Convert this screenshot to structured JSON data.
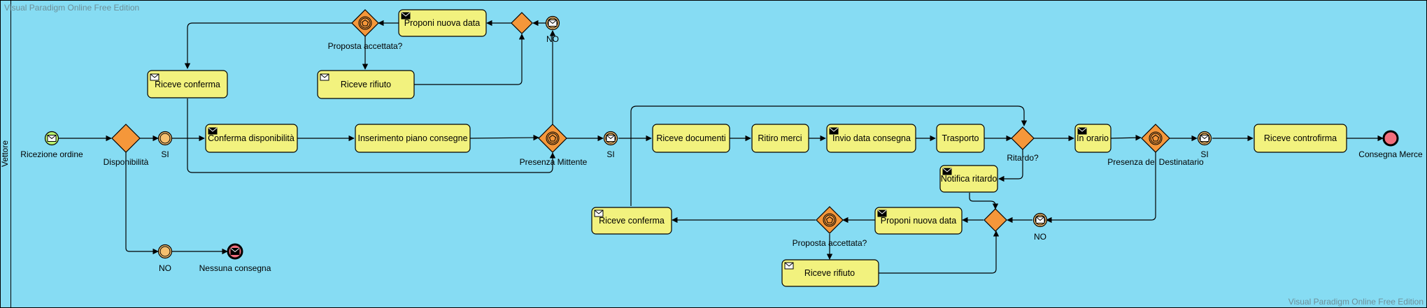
{
  "watermark": "Visual Paradigm Online Free Edition",
  "lane": {
    "label": "Vettore"
  },
  "tasks": {
    "proponi_nuova_data_top": "Proponi nuova data",
    "riceve_conferma_top": "Riceve conferma",
    "riceve_rifiuto_top": "Riceve rifiuto",
    "conferma_disponibilita": "Conferma disponibilità",
    "inserimento_piano_consegne": "Inserimento piano consegne",
    "riceve_documenti": "Riceve documenti",
    "ritiro_merci": "Ritiro merci",
    "invio_data_consegna": "Invio data consegna",
    "trasporto": "Trasporto",
    "notifica_ritardo": "Notifica ritardo",
    "in_orario": "In orario",
    "riceve_controfirma": "Riceve controfirma",
    "riceve_conferma_bottom": "Riceve conferma",
    "proponi_nuova_data_bottom": "Proponi nuova data",
    "riceve_rifiuto_bottom": "Riceve rifiuto"
  },
  "labels": {
    "ricezione_ordine": "Ricezione ordine",
    "disponibilita": "Disponibilità",
    "si_1": "SI",
    "no_1": "NO",
    "nessuna_consegna": "Nessuna consegna",
    "proposta_accettata_top": "Proposta accettata?",
    "no_top": "NO",
    "presenza_mittente": "Presenza Mittente",
    "si_2": "SI",
    "ritardo": "Ritardo?",
    "presenza_destinatario": "Presenza del Destinatario",
    "si_3": "SI",
    "consegna_merce": "Consegna Merce",
    "no_bottom": "NO",
    "proposta_accettata_bottom": "Proposta accettata?"
  },
  "colors": {
    "background": "#86DCF3",
    "task_fill": "#F2F27E",
    "gateway_fill": "#F5973A",
    "start_fill": "#B9F26E",
    "end_fill": "#F26E7C",
    "intermediate_fill": "#F5C070"
  }
}
